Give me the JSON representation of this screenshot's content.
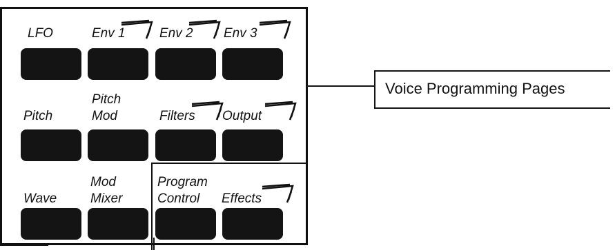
{
  "panel": {
    "rows": [
      {
        "labels": [
          {
            "lines": [
              "LFO"
            ],
            "multi": false
          },
          {
            "lines": [
              "Env 1"
            ],
            "multi": true
          },
          {
            "lines": [
              "Env 2"
            ],
            "multi": true
          },
          {
            "lines": [
              "Env 3"
            ],
            "multi": true
          }
        ]
      },
      {
        "labels": [
          {
            "lines": [
              "Pitch"
            ],
            "multi": false
          },
          {
            "lines": [
              "Pitch",
              "Mod"
            ],
            "multi": false
          },
          {
            "lines": [
              "Filters"
            ],
            "multi": true
          },
          {
            "lines": [
              "Output"
            ],
            "multi": true
          }
        ]
      },
      {
        "labels": [
          {
            "lines": [
              "Wave"
            ],
            "multi": false
          },
          {
            "lines": [
              "Mod",
              "Mixer"
            ],
            "multi": false
          },
          {
            "lines": [
              "Program",
              "Control"
            ],
            "multi": false
          },
          {
            "lines": [
              "Effects"
            ],
            "multi": true
          }
        ]
      }
    ]
  },
  "callout": {
    "text": "Voice Programming Pages"
  },
  "icons": {
    "multi_page": "multi-page-mark-icon"
  },
  "colors": {
    "ink": "#111111",
    "button": "#141414",
    "background": "#ffffff"
  }
}
